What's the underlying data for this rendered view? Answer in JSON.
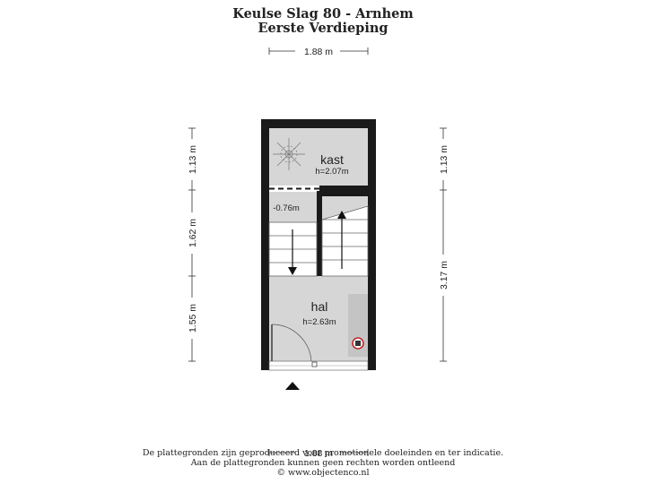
{
  "header": {
    "title": "Keulse Slag 80 - Arnhem",
    "subtitle": "Eerste Verdieping"
  },
  "dimensions": {
    "top_width": "1.88 m",
    "bottom_width": "1.88 m",
    "left_1": "1.13 m",
    "left_2": "1.62 m",
    "left_3": "1.55 m",
    "right_1": "1.13 m",
    "right_2": "3.17 m"
  },
  "rooms": {
    "kast": {
      "name": "kast",
      "height": "h=2.07m"
    },
    "hal": {
      "name": "hal",
      "height": "h=2.63m"
    },
    "landing": {
      "level": "-0.76m"
    }
  },
  "footer": {
    "line1": "De plattegronden zijn geproduceerd voor promotionele doeleinden en ter indicatie.",
    "line2": "Aan de plattegronden kunnen geen rechten worden ontleend",
    "line3": "© www.objectenco.nl"
  },
  "colors": {
    "wall": "#1a1a1a",
    "floor": "#d6d6d6",
    "stairs": "#ffffff",
    "smoke_detector": "#c0282d"
  }
}
